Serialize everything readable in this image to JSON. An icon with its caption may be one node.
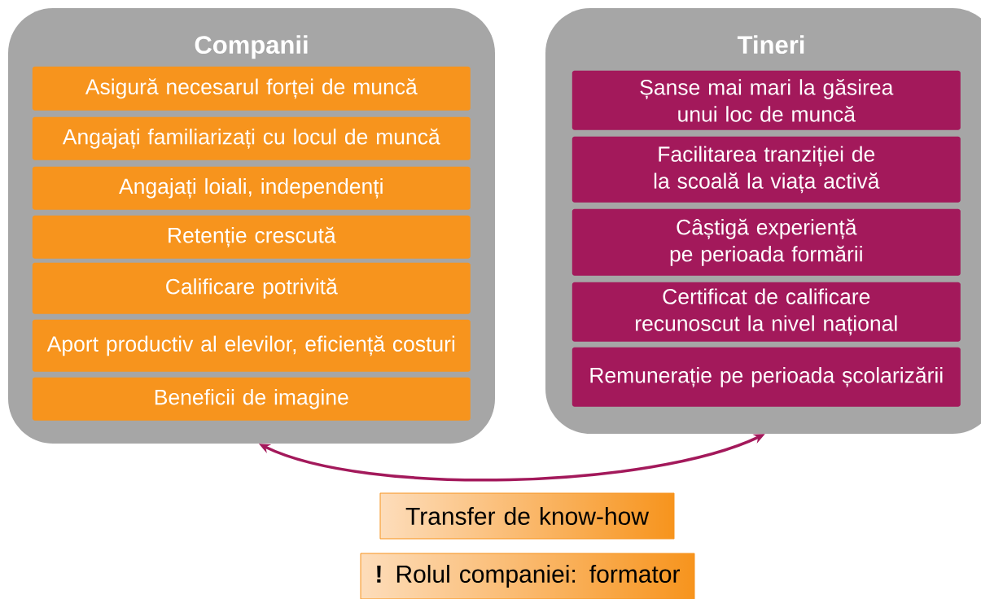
{
  "diagram": {
    "nodes": [
      {
        "text": [
          "Companii"
        ]
      },
      {
        "text": [
          "Asigură necesarul forței de muncă"
        ],
        "in": 0
      },
      {
        "text": [
          "Angajați familiarizați cu locul de muncă"
        ],
        "in": 0
      },
      {
        "text": [
          "Angajați loiali, independenți"
        ],
        "in": 0
      },
      {
        "text": [
          "Retenție crescută"
        ],
        "in": 0
      },
      {
        "text": [
          "Calificare potrivită"
        ],
        "in": 0
      },
      {
        "text": [
          "Aport productiv al elevilor, eficiență costuri"
        ],
        "in": 0
      },
      {
        "text": [
          "Beneficii de imagine"
        ],
        "in": 0
      },
      {
        "text": [
          "Tineri"
        ]
      },
      {
        "text": [
          "Șanse mai mari la găsirea unui loc de muncă"
        ],
        "in": 8
      },
      {
        "text": [
          "Facilitarea tranziției de la scoală la viața activă"
        ],
        "in": 8
      },
      {
        "text": [
          "Câștigă experiență pe perioada formării"
        ],
        "in": 8
      },
      {
        "text": [
          "Certificat de calificare recunoscut la nivel național"
        ],
        "in": 8
      },
      {
        "text": [
          "Remunerație pe perioada școlarizării"
        ],
        "in": 8
      },
      {
        "text": [
          "Transfer de know-how"
        ]
      },
      {
        "text": [
          "**!** Rolul companiei: formator"
        ]
      }
    ],
    "edges": [
      {
        "from": 0,
        "to": 8,
        "arrow": "both"
      }
    ]
  }
}
